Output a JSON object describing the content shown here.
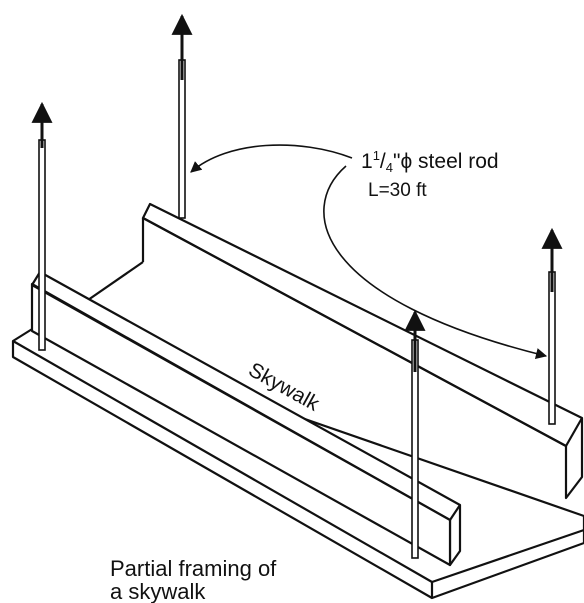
{
  "rod_label": {
    "whole": "1",
    "num": "1",
    "den": "4",
    "suffix": "\"ϕ steel rod",
    "length": "L=30 ft"
  },
  "deck_label": "Skywalk",
  "caption": {
    "line1": "Partial framing of",
    "line2": "a skywalk"
  },
  "colors": {
    "ink": "#111111",
    "surface": "#ffffff"
  }
}
